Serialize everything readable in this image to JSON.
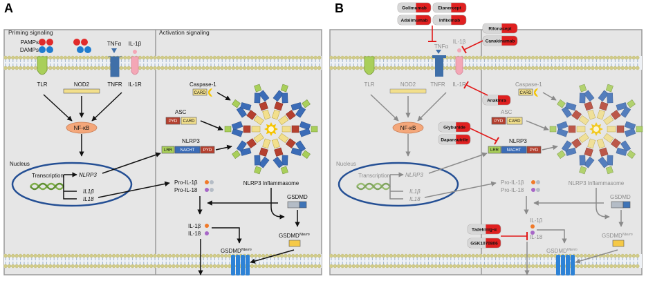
{
  "panels": [
    {
      "id": "A",
      "label": "A",
      "priming_title": "Priming signaling",
      "activation_title": "Activation signaling",
      "labels": {
        "pamps": "PAMPs",
        "damps": "DAMPs",
        "tnfa": "TNFα",
        "il1b_ligand": "IL-1β",
        "tlr": "TLR",
        "nod2": "NOD2",
        "tnfr": "TNFR",
        "il1r": "IL-1R",
        "nfkb": "NF-κB",
        "nucleus": "Nucleus",
        "transcription": "Transcription",
        "nlrp3_gene": "NLRP3",
        "il1b_gene": "IL1β",
        "il18_gene": "IL18",
        "caspase1": "Caspase-1",
        "card": "CARD",
        "asc": "ASC",
        "pyd": "PYD",
        "nlrp3": "NLRP3",
        "lrr": "LRR",
        "nacht": "NACHT",
        "pro_il1b": "Pro-IL-1β",
        "pro_il18": "Pro-IL-18",
        "inflammasome": "NLRP3 Inflammasome",
        "gsdmd": "GSDMD",
        "gsdmd_nterm": "GSDMD",
        "nterm_sup": "Nterm",
        "il1b": "IL-1β",
        "il18": "IL-18"
      }
    },
    {
      "id": "B",
      "label": "B",
      "labels": {
        "tnfa": "TNFα",
        "il1b_ligand": "IL-1β",
        "tlr": "TLR",
        "nod2": "NOD2",
        "tnfr": "TNFR",
        "il1r": "IL-1R",
        "nfkb": "NF-κB",
        "nucleus": "Nucleus",
        "transcription": "Transcription",
        "nlrp3_gene": "NLRP3",
        "il1b_gene": "IL1β",
        "il18_gene": "IL18",
        "caspase1": "Caspase-1",
        "card": "CARD",
        "asc": "ASC",
        "pyd": "PYD",
        "nlrp3": "NLRP3",
        "lrr": "LRR",
        "nacht": "NACHT",
        "pro_il1b": "Pro-IL-1β",
        "pro_il18": "Pro-IL-18",
        "inflammasome": "NLRP3 Inflammasome",
        "gsdmd": "GSDMD",
        "gsdmd_nterm": "GSDMD",
        "nterm_sup": "Nterm",
        "il1b": "IL-1β",
        "il18": "IL-18"
      },
      "drugs": {
        "golimumab": "Golimumab",
        "etanercept": "Etanercept",
        "adalimumab": "Adalimumab",
        "infliximab": "Infliximab",
        "rilonacept": "Rilonacept",
        "canakinumab": "Canakinumab",
        "anakinra": "Anakinra",
        "glybunide": "Glybunide",
        "dapansutrile": "Dapansutrile",
        "tadekinig": "Tadekinig-α",
        "gsk": "GSK1070806"
      }
    }
  ],
  "colors": {
    "membrane_head": "#d2cc88",
    "membrane_tail": "#9fb4cc",
    "tlr": "#a9cf5a",
    "tnfr": "#3f6fa8",
    "il1r": "#f4a7b6",
    "nfkb": "#f4a77a",
    "card": "#f2df8c",
    "pyd": "#b5402f",
    "nacht": "#3b6cb7",
    "lrr": "#a9cf5a",
    "caspase": "#f5c400",
    "red_molecule": "#e12b2b",
    "blue_molecule": "#1f7ccf",
    "nucleus_border": "#244f94",
    "gsdmd_grey": "#b4bcc6",
    "gsdmd_blue": "#3f74b7",
    "gsdmd_yellow": "#f5c947",
    "pore": "#2d82d6",
    "il1b_dot": "#f07a2a",
    "il18_dot": "#a767c7",
    "drug_red": "#e02020",
    "drug_grey": "#d7d7d7",
    "inhibit": "#e11919"
  }
}
